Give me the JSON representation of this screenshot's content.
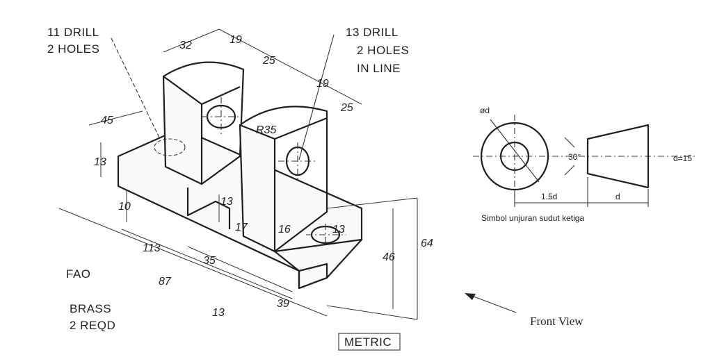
{
  "drawing": {
    "notes": {
      "drill_11": [
        "11 DRILL",
        "2 HOLES"
      ],
      "drill_13": [
        "13 DRILL",
        "2 HOLES",
        "IN LINE"
      ],
      "fao": "FAO",
      "material": [
        "BRASS",
        "2 REQD"
      ],
      "metric": "METRIC"
    },
    "dimensions": {
      "d32": "32",
      "d19a": "19",
      "d25a": "25",
      "d19b": "19",
      "d25b": "25",
      "d45": "45",
      "d13a": "13",
      "r35": "R35",
      "d13b": "13",
      "d10": "10",
      "d17": "17",
      "d16": "16",
      "d13c": "13",
      "d113": "113",
      "d35": "35",
      "d87": "87",
      "d13d": "13",
      "d39": "39",
      "d46": "46",
      "d64": "64"
    }
  },
  "projection_symbol": {
    "label_od": "ød",
    "angle": "30°",
    "dim_15d": "1.5d",
    "dim_d": "d",
    "d_value": "d=15",
    "caption": "Simbol unjuran sudut ketiga"
  },
  "front_view_label": "Front View"
}
